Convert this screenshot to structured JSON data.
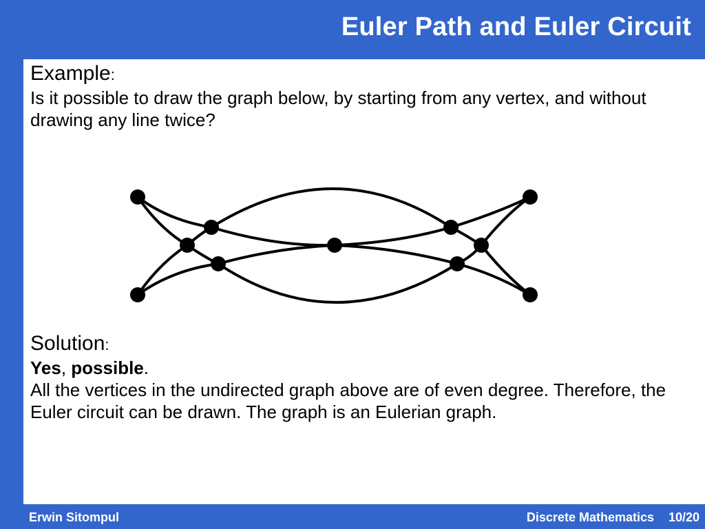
{
  "header": {
    "title": "Euler Path and Euler Circuit"
  },
  "example": {
    "label": "Example",
    "colon": ":",
    "question": "Is it possible to draw the graph below, by starting from any vertex, and without drawing any line twice?"
  },
  "solution": {
    "label": "Solution",
    "colon": ":",
    "answer_yes": "Yes",
    "answer_sep": ", ",
    "answer_possible": "possible",
    "answer_end": ".",
    "explanation": "All the vertices in the undirected graph above are of even degree. Therefore, the Euler circuit can be drawn. The graph is an Eulerian graph."
  },
  "footer": {
    "author": "Erwin Sitompul",
    "course": "Discrete Mathematics",
    "page": "10/20"
  },
  "colors": {
    "background": "#3366cc",
    "panel": "#ffffff",
    "ink": "#000000"
  }
}
